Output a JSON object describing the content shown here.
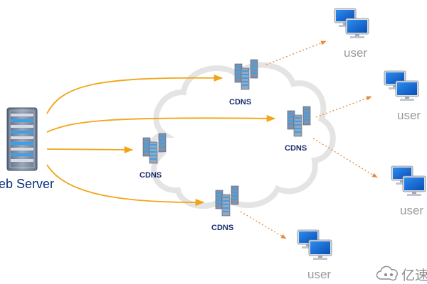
{
  "nodes": {
    "web_server": {
      "label": "eb Server",
      "icon": "server-rack-icon"
    },
    "cdn_nodes": [
      {
        "id": "cdn-top",
        "label": "CDNS",
        "icon": "server-cluster-icon"
      },
      {
        "id": "cdn-right",
        "label": "CDNS",
        "icon": "server-cluster-icon"
      },
      {
        "id": "cdn-left",
        "label": "CDNS",
        "icon": "server-cluster-icon"
      },
      {
        "id": "cdn-bottom",
        "label": "CDNS",
        "icon": "server-cluster-icon"
      }
    ],
    "users": [
      {
        "id": "user-1",
        "label": "user",
        "icon": "desktop-computers-icon"
      },
      {
        "id": "user-2",
        "label": "user",
        "icon": "desktop-computers-icon"
      },
      {
        "id": "user-3",
        "label": "user",
        "icon": "desktop-computers-icon"
      },
      {
        "id": "user-4",
        "label": "user",
        "icon": "desktop-computers-icon"
      }
    ]
  },
  "edges": {
    "server_to_cdn": [
      {
        "from": "web_server",
        "to": "cdn-top"
      },
      {
        "from": "web_server",
        "to": "cdn-right"
      },
      {
        "from": "web_server",
        "to": "cdn-left"
      },
      {
        "from": "web_server",
        "to": "cdn-bottom"
      }
    ],
    "cdn_to_user": [
      {
        "from": "cdn-top",
        "to": "user-1"
      },
      {
        "from": "cdn-right",
        "to": "user-2"
      },
      {
        "from": "cdn-right",
        "to": "user-3"
      },
      {
        "from": "cdn-bottom",
        "to": "user-4"
      }
    ]
  },
  "watermark": {
    "text": "亿速",
    "icon": "cloud-logo-icon"
  },
  "colors": {
    "server_arrow": "#f2a516",
    "user_arrow": "#e88a3c",
    "cloud_outline": "#e4e4e4",
    "label_blue": "#0a2f78"
  }
}
